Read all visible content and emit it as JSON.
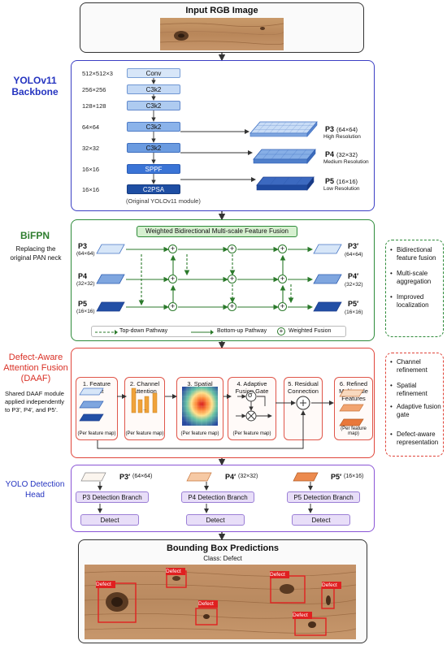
{
  "input": {
    "title": "Input RGB Image"
  },
  "backbone": {
    "label": "YOLOv11 Backbone",
    "layers": [
      {
        "res": "512×512×3",
        "name": "Conv"
      },
      {
        "res": "256×256",
        "name": "C3k2"
      },
      {
        "res": "128×128",
        "name": "C3k2"
      },
      {
        "res": "64×64",
        "name": "C3k2"
      },
      {
        "res": "32×32",
        "name": "C3k2"
      },
      {
        "res": "16×16",
        "name": "SPPF"
      },
      {
        "res": "16×16",
        "name": "C2PSA"
      }
    ],
    "note": "(Original YOLOv11 module)",
    "outputs": [
      {
        "name": "P3",
        "size": "(64×64)",
        "desc": "High Resolution"
      },
      {
        "name": "P4",
        "size": "(32×32)",
        "desc": "Medium Resolution"
      },
      {
        "name": "P5",
        "size": "(16×16)",
        "desc": "Low Resolution"
      }
    ]
  },
  "bifpn": {
    "label": "BiFPN",
    "sublabel": "Replacing the original PAN neck",
    "header": "Weighted Bidirectional Multi-scale Feature Fusion",
    "inputs": [
      {
        "name": "P3",
        "size": "(64×64)"
      },
      {
        "name": "P4",
        "size": "(32×32)"
      },
      {
        "name": "P5",
        "size": "(16×16)"
      }
    ],
    "outputs": [
      {
        "name": "P3′",
        "size": "(64×64)"
      },
      {
        "name": "P4′",
        "size": "(32×32)"
      },
      {
        "name": "P5′",
        "size": "(16×16)"
      }
    ],
    "legend": {
      "topdown": "Top-down Pathway",
      "bottomup": "Bottom-up Pathway",
      "fusion": "Weighted Fusion"
    },
    "notes": [
      "Bidirectional feature fusion",
      "Multi-scale aggregation",
      "Improved localization"
    ]
  },
  "daaf": {
    "label": "Defect-Aware Attention Fusion (DAAF)",
    "sublabel": "Shared DAAF module applied independently to P3′, P4′, and P5′.",
    "cards": [
      {
        "title": "1. Feature Input",
        "foot": "(Per feature map)"
      },
      {
        "title": "2. Channel Attention",
        "foot": "(Per feature map)"
      },
      {
        "title": "3. Spatial Attention",
        "foot": "(Per feature map)"
      },
      {
        "title": "4. Adaptive Fusion Gate",
        "foot": "(Per feature map)"
      },
      {
        "title": "5. Residual Connection",
        "foot": ""
      },
      {
        "title": "6. Refined Multi-scale Features",
        "foot": "(Per feature map)"
      }
    ],
    "sigma": "σ",
    "notes": [
      "Channel refinement",
      "Spatial refinement",
      "Adaptive fusion gate",
      "Defect-aware representation"
    ]
  },
  "head": {
    "label": "YOLO Detection Head",
    "branches": [
      {
        "name": "P3′",
        "size": "(64×64)",
        "branch": "P3 Detection Branch",
        "detect": "Detect"
      },
      {
        "name": "P4′",
        "size": "(32×32)",
        "branch": "P4 Detection Branch",
        "detect": "Detect"
      },
      {
        "name": "P5′",
        "size": "(16×16)",
        "branch": "P5 Detection Branch",
        "detect": "Detect"
      }
    ]
  },
  "predictions": {
    "title": "Bounding Box Predictions",
    "subtitle": "Class: Defect",
    "tag": "Defect"
  },
  "colors": {
    "backbone": "#3b3fc4",
    "bifpn": "#2e8b3a",
    "daaf": "#e0453a",
    "head": "#8a55d6",
    "blue_light": "#cfe0f7",
    "blue_mid": "#6f9be0",
    "blue_dark": "#1f4fa8"
  }
}
